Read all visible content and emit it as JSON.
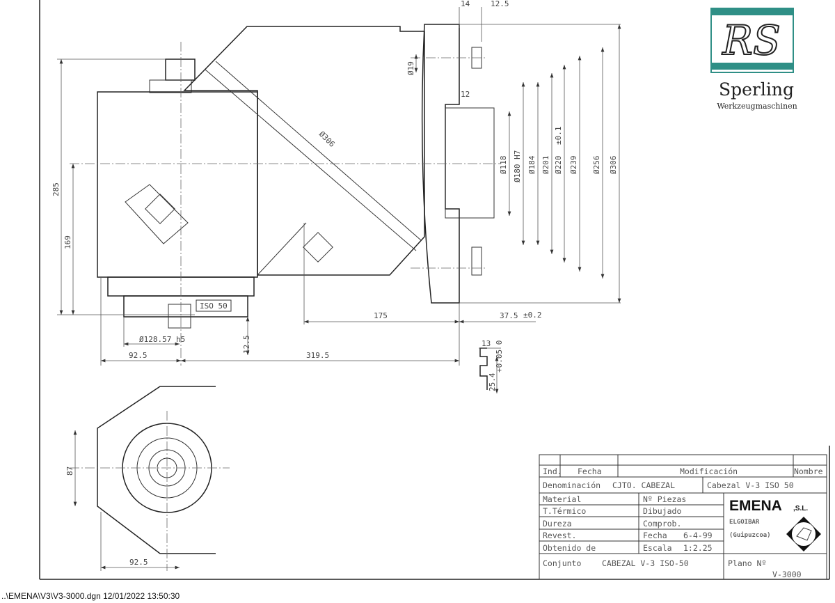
{
  "logo": {
    "monogram": "RS",
    "name": "Sperling",
    "subtitle": "Werkzeugmaschinen",
    "accent": "#2f8f86"
  },
  "dimensions": {
    "d14": "14",
    "d12_5_top": "12.5",
    "d19": "Ø19",
    "d12": "12",
    "d306_body": "Ø306",
    "d118": "Ø118",
    "d180": "Ø180 H7",
    "d184": "Ø184",
    "d201": "Ø201",
    "d220": "Ø220",
    "d220_tol": "±0.1",
    "d239": "Ø239",
    "d256": "Ø256",
    "d306": "Ø306",
    "d285": "285",
    "d169": "169",
    "iso": "ISO 50",
    "d175": "175",
    "d37_5": "37.5",
    "d37_5_tol": "±0.2",
    "d128": "Ø128.57 h5",
    "d12_5": "12.5",
    "d92_5": "92.5",
    "d319_5": "319.5",
    "d13": "13",
    "d25_4": "25.4",
    "d25_4_tol": "+0.05 0",
    "d87": "87",
    "d92_5_bottom": "92.5"
  },
  "title_block": {
    "ind": "Ind.",
    "fecha": "Fecha",
    "modificacion": "Modificación",
    "nombre": "Nombre",
    "denominacion_label": "Denominación",
    "denominacion": "CJTO. CABEZAL",
    "cabezal": "Cabezal   V-3 ISO 50",
    "material": "Material",
    "t_termico": "T.Térmico",
    "dureza": "Dureza",
    "revest": "Revest.",
    "obtenido": "Obtenido de",
    "n_piezas": "Nº Piezas",
    "dibujado": "Dibujado",
    "comprob": "Comprob.",
    "fecha_label": "Fecha",
    "fecha_value": "6-4-99",
    "escala_label": "Escala",
    "escala_value": "1:2.25",
    "company": "EMENA",
    "company_suffix": ",S.L.",
    "city": "ELGOIBAR",
    "province": "(Guipuzcoa)",
    "conjunto_label": "Conjunto",
    "conjunto": "CABEZAL V-3 ISO-50",
    "plano_label": "Plano Nº",
    "plano": "V-3000"
  },
  "footer": "..\\EMENA\\V3\\V3-3000.dgn  12/01/2022 13:50:30"
}
